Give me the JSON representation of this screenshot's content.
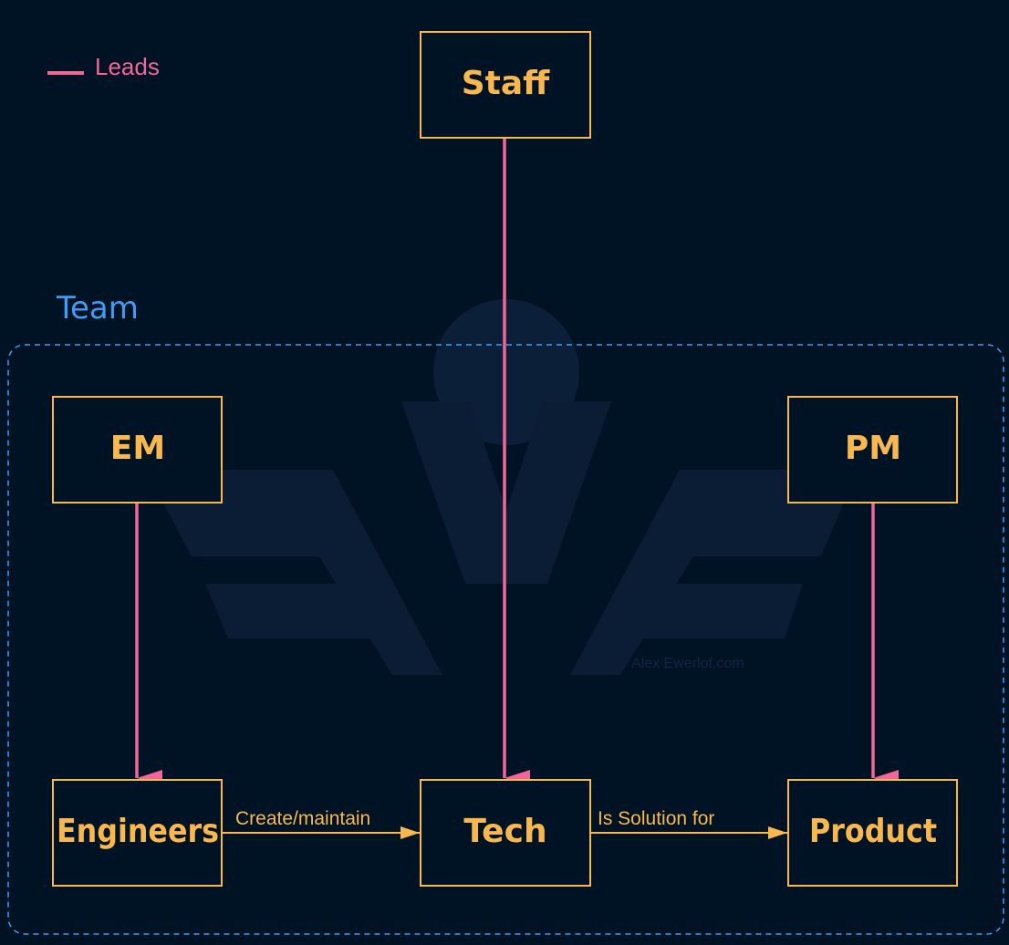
{
  "legend": {
    "label": "Leads",
    "color": "#f06897"
  },
  "team": {
    "label": "Team",
    "color": "#3d9cf5"
  },
  "nodes": {
    "staff": "Staff",
    "em": "EM",
    "pm": "PM",
    "engineers": "Engineers",
    "tech": "Tech",
    "product": "Product"
  },
  "edges": {
    "engineers_to_tech": "Create/maintain",
    "tech_to_product": "Is Solution for"
  },
  "watermark": {
    "text": "Alex Ewerlof.com"
  },
  "colors": {
    "background": "#001325",
    "node_border": "#f9b84d",
    "node_text": "#f9b84d",
    "leads_arrow": "#f06897",
    "relation_arrow": "#f9b84d",
    "team_border": "#3d9cf5"
  }
}
